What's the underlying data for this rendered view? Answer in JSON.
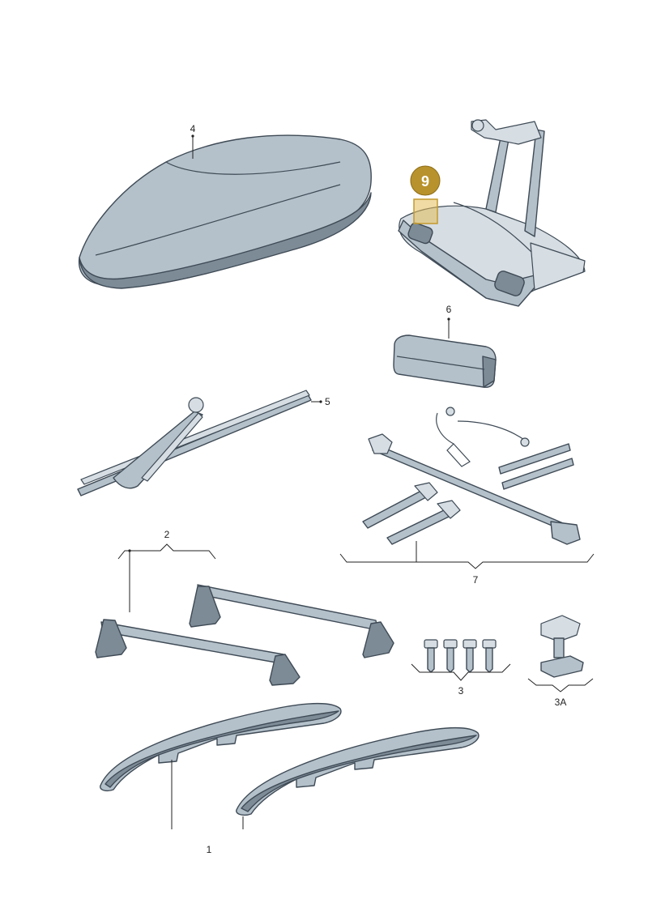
{
  "callouts": {
    "c1": "1",
    "c2": "2",
    "c3": "3",
    "c3a": "3A",
    "c4": "4",
    "c5": "5",
    "c6": "6",
    "c7": "7",
    "c9": "9"
  },
  "colors": {
    "part_fill": "#b4c0ca",
    "part_stroke": "#3e4a55",
    "highlight": "#b8922c"
  }
}
